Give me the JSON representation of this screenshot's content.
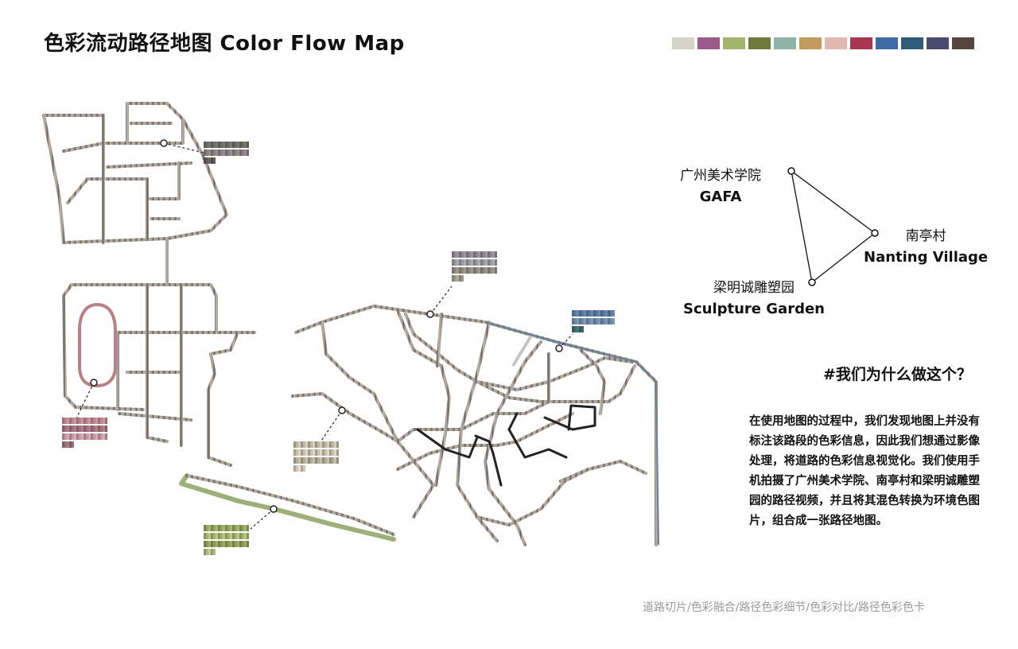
{
  "title": "色彩流动路径地图 Color Flow Map",
  "palette": [
    "#d6d2c8",
    "#9c5a8c",
    "#a4b46a",
    "#6f7a3a",
    "#8fb3a6",
    "#c49a5c",
    "#e2b8b0",
    "#a8364e",
    "#3f6aa8",
    "#2f5a78",
    "#4a4a6e",
    "#554640"
  ],
  "triangle": {
    "gafa_zh": "广州美术学院",
    "gafa_en": "GAFA",
    "nanting_zh": "南亭村",
    "nanting_en": "Nanting Village",
    "sculpture_zh": "梁明诚雕塑园",
    "sculpture_en": "Sculpture Garden"
  },
  "question": "#我们为什么做这个？",
  "body": "在使用地图的过程中，我们发现地图上并没有标注该路段的色彩信息，因此我们想通过影像处理，将道路的色彩信息视觉化。我们使用手机拍摄了广州美术学院、南亭村和梁明诚雕塑园的路径视频，并且将其混色转换为环境色图片，组合成一张路径地图。",
  "footer": "道路切片/色彩融合/路径色彩细节/色彩对比/路径色彩色卡",
  "swatch_groups": [
    {
      "name": "gafa-top",
      "colors": [
        "#6e6a66",
        "#8a7f80",
        "#5f5a5c"
      ]
    },
    {
      "name": "gafa-oval",
      "colors": [
        "#b8868e",
        "#a0707a",
        "#c49aa0",
        "#9a7078"
      ]
    },
    {
      "name": "nanting-top",
      "colors": [
        "#8f8690",
        "#9a9aa2",
        "#8c8a7a",
        "#a09a8e"
      ]
    },
    {
      "name": "nanting-right",
      "colors": [
        "#5a7aa0",
        "#6f8aa8",
        "#3e6a70"
      ]
    },
    {
      "name": "nanting-left",
      "colors": [
        "#bdb7a6",
        "#c9c0ad",
        "#b3ab98",
        "#d0c8b8"
      ]
    },
    {
      "name": "sculpture",
      "colors": [
        "#93a460",
        "#a4b46e",
        "#8e9a58",
        "#b0ba80"
      ]
    }
  ]
}
